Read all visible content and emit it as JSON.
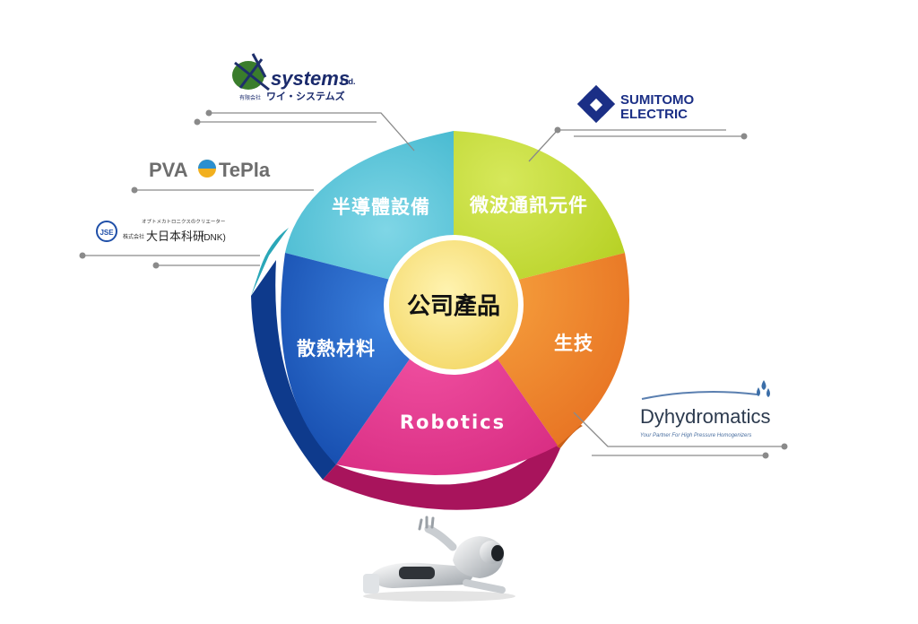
{
  "center": {
    "label": "公司產品"
  },
  "segments": [
    {
      "id": "microwave",
      "label": "微波通訊元件",
      "color": "#c8dc32"
    },
    {
      "id": "biotech",
      "label": "生技",
      "color": "#f08e2c"
    },
    {
      "id": "robotics",
      "label": "Robotics",
      "color": "#e93b91"
    },
    {
      "id": "thermal",
      "label": "散熱材料",
      "color": "#1f63c7"
    },
    {
      "id": "semiconductor",
      "label": "半導體設備",
      "color": "#49c3d8"
    }
  ],
  "logos": {
    "ysystems": {
      "name": "systems",
      "suffix": "Ltd.",
      "prefix": "有限会社",
      "katakana": "ワイ・システムズ"
    },
    "pva": {
      "left": "PVA",
      "right": "TePla"
    },
    "dnk": {
      "tagline": "オプトメカトロニクスのクリエーター",
      "prefix": "株式会社",
      "name": "大日本科研",
      "abbr": "(DNK)",
      "badge": "JSE"
    },
    "sumitomo": {
      "line1": "SUMITOMO",
      "line2": "ELECTRIC"
    },
    "dyhydromatics": {
      "name": "Dyhydromatics",
      "tagline": "Your Partner For High Pressure Homogenizers"
    }
  },
  "colors": {
    "center_fill": "#fbe88c",
    "center_ring": "#ffffff",
    "leader": "#8a8a8a"
  },
  "robot": {
    "icon": "robot-figure"
  }
}
